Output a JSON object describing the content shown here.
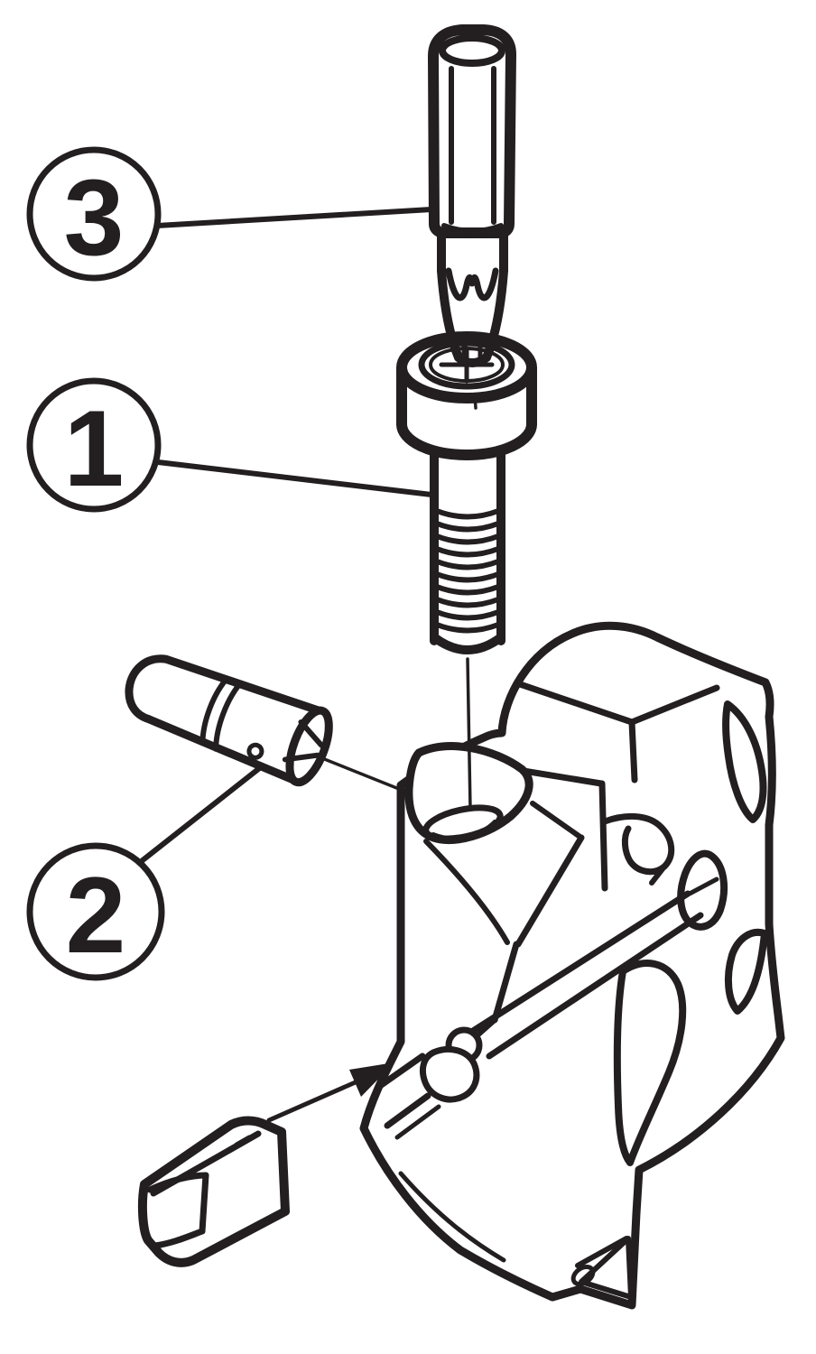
{
  "diagram": {
    "type": "exploded-assembly-drawing",
    "background_color": "#ffffff",
    "line_color": "#231f20",
    "callouts": [
      {
        "label": "1",
        "target": "clamp-screw"
      },
      {
        "label": "2",
        "target": "lock-pin"
      },
      {
        "label": "3",
        "target": "torx-key"
      }
    ]
  }
}
